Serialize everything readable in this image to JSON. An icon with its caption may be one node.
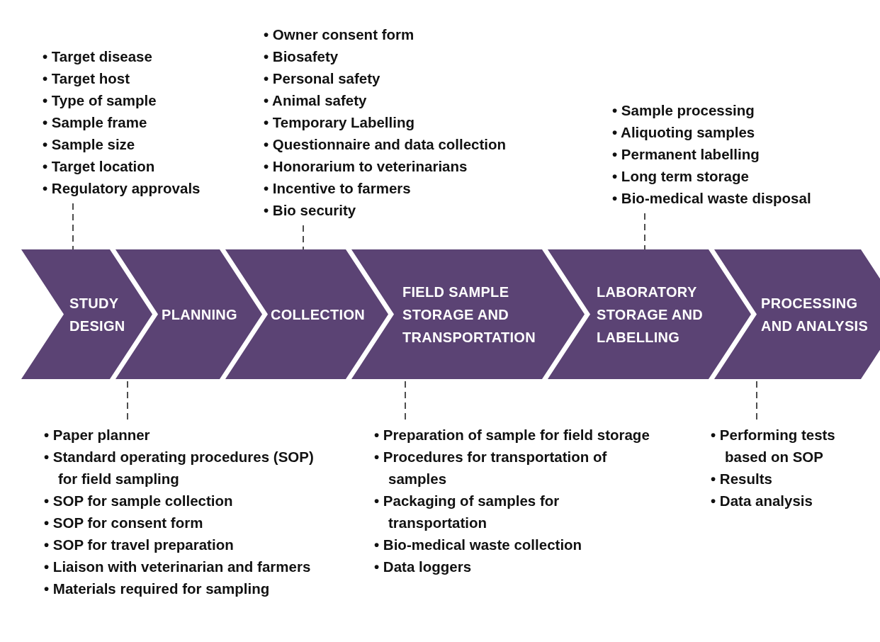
{
  "diagram": {
    "nodes": [
      {
        "text": [
          "STUDY DESIGN"
        ]
      },
      {
        "text": [
          "PLANNING"
        ]
      },
      {
        "text": [
          "COLLECTION"
        ]
      },
      {
        "text": [
          "FIELD SAMPLE STORAGE AND TRANSPORTATION"
        ]
      },
      {
        "text": [
          "LABORATORY STORAGE AND LABELLING"
        ]
      },
      {
        "text": [
          "PROCESSING AND ANALYSIS"
        ]
      },
      {
        "text": [
          "• Target disease",
          "• Target host",
          "• Type of sample",
          "• Sample frame",
          "• Sample size",
          "• Target location",
          "• Regulatory approvals"
        ]
      },
      {
        "text": [
          "• Owner consent form",
          "• Biosafety",
          "• Personal safety",
          "• Animal safety",
          "• Temporary Labelling",
          "• Questionnaire and data collection",
          "• Honorarium to veterinarians",
          "• Incentive to farmers",
          "• Bio security"
        ]
      },
      {
        "text": [
          "• Sample processing",
          "• Aliquoting samples",
          "• Permanent labelling",
          "• Long term storage",
          "• Bio-medical waste disposal"
        ]
      },
      {
        "text": [
          "• Paper planner",
          "• Standard operating procedures (SOP) for field sampling",
          "• SOP for sample collection",
          "• SOP for consent form",
          "• SOP for travel preparation",
          "• Liaison with veterinarian and farmers",
          "• Materials required for sampling"
        ]
      },
      {
        "text": [
          "• Preparation of sample for field storage",
          "• Procedures for transportation of samples",
          "• Packaging of samples for transportation",
          "• Bio-medical waste collection",
          "• Data loggers"
        ]
      },
      {
        "text": [
          "• Performing tests based on SOP",
          "• Results",
          "• Data analysis"
        ]
      }
    ],
    "edges": [
      {
        "from": 6,
        "to": 0,
        "arrow": "none",
        "style": "dashed"
      },
      {
        "from": 7,
        "to": 2,
        "arrow": "none",
        "style": "dashed"
      },
      {
        "from": 8,
        "to": 4,
        "arrow": "none",
        "style": "dashed"
      },
      {
        "from": 9,
        "to": 1,
        "arrow": "none",
        "style": "dashed"
      },
      {
        "from": 10,
        "to": 3,
        "arrow": "none",
        "style": "dashed"
      },
      {
        "from": 11,
        "to": 5,
        "arrow": "none",
        "style": "dashed"
      }
    ]
  }
}
